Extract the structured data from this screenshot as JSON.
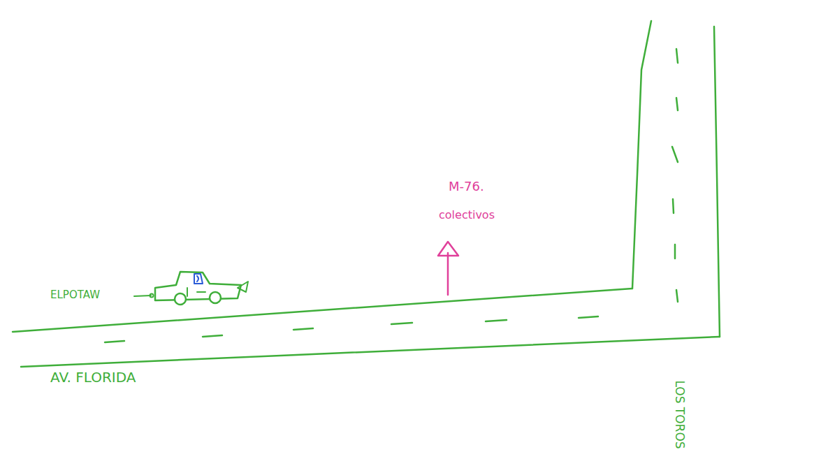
{
  "diagram": {
    "labels": [
      "ELPOTAW",
      "M-76.",
      "colectivos",
      "AV. FLORIDA",
      "LOS TOROS"
    ]
  }
}
